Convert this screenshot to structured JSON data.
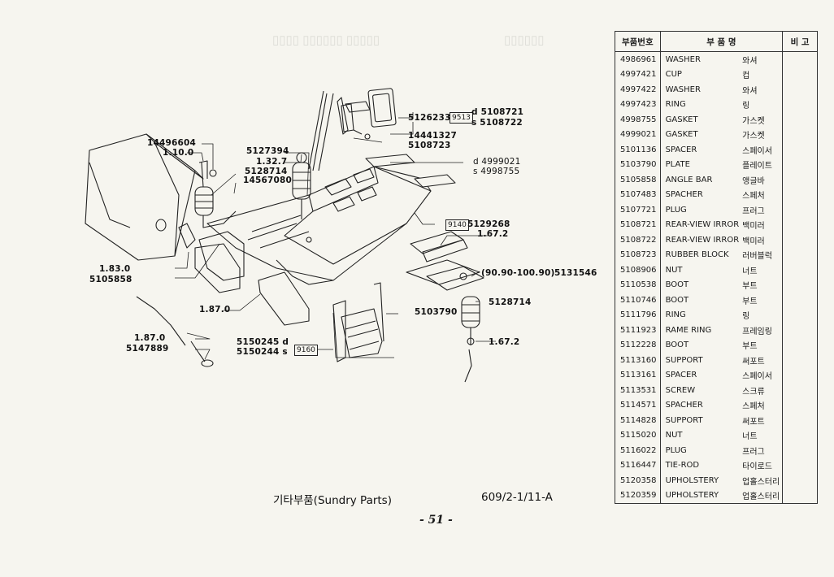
{
  "page": {
    "caption_korean": "기타부품(Sundry Parts)",
    "catalog_code": "609/2-1/11-A",
    "page_number": "- 51 -"
  },
  "diagram": {
    "labels": {
      "l14496604": "14496604",
      "l1_10_0": "1.10.0",
      "l5127394": "5127394",
      "l1_32_7": "1.32.7",
      "l5128714a": "5128714",
      "l14567080": "14567080",
      "l5126233": "5126233",
      "box9513": "9513",
      "d5108721": "d 5108721",
      "s5108722": "s 5108722",
      "l14441327": "14441327",
      "l5108723": "5108723",
      "d4999021": "d 4999021",
      "s4998755": "s 4998755",
      "box9140": "9140",
      "l5129268": "5129268",
      "l1_67_2a": "1.67.2",
      "range": "(90.90-100.90)",
      "l5131546": "5131546",
      "l5128714b": "5128714",
      "l5103790": "5103790",
      "l1_67_2b": "1.67.2",
      "l1_83_0": "1.83.0",
      "l5105858": "5105858",
      "l1_87_0a": "1.87.0",
      "l1_87_0b": "1.87.0",
      "l5147889": "5147889",
      "l5150245": "5150245  d",
      "l5150244": "5150244  s",
      "box9160": "9160"
    }
  },
  "table": {
    "headers": {
      "part_no": "부품번호",
      "part_name": "부    품    명",
      "remarks": "비  고"
    },
    "rows": [
      {
        "no": "4986961",
        "en": "WASHER",
        "ko": "와셔"
      },
      {
        "no": "4997421",
        "en": "CUP",
        "ko": "컵"
      },
      {
        "no": "4997422",
        "en": "WASHER",
        "ko": "와셔"
      },
      {
        "no": "4997423",
        "en": "RING",
        "ko": "링"
      },
      {
        "no": "4998755",
        "en": "GASKET",
        "ko": "가스켓"
      },
      {
        "no": "4999021",
        "en": "GASKET",
        "ko": "가스켓"
      },
      {
        "no": "5101136",
        "en": "SPACER",
        "ko": "스페이서"
      },
      {
        "no": "5103790",
        "en": "PLATE",
        "ko": "플레이트"
      },
      {
        "no": "5105858",
        "en": "ANGLE BAR",
        "ko": "앵글바"
      },
      {
        "no": "5107483",
        "en": "SPACHER",
        "ko": "스페처"
      },
      {
        "no": "5107721",
        "en": "PLUG",
        "ko": "프러그"
      },
      {
        "no": "5108721",
        "en": "REAR-VIEW IRROR",
        "ko": "백미러"
      },
      {
        "no": "5108722",
        "en": "REAR-VIEW IRROR",
        "ko": "백미러"
      },
      {
        "no": "5108723",
        "en": "RUBBER BLOCK",
        "ko": "러버블럭"
      },
      {
        "no": "5108906",
        "en": "NUT",
        "ko": "너트"
      },
      {
        "no": "5110538",
        "en": "BOOT",
        "ko": "부트"
      },
      {
        "no": "5110746",
        "en": "BOOT",
        "ko": "부트"
      },
      {
        "no": "5111796",
        "en": "RING",
        "ko": "링"
      },
      {
        "no": "5111923",
        "en": "RAME RING",
        "ko": "프레임링"
      },
      {
        "no": "5112228",
        "en": "BOOT",
        "ko": "부트"
      },
      {
        "no": "5113160",
        "en": "SUPPORT",
        "ko": "써포트"
      },
      {
        "no": "5113161",
        "en": "SPACER",
        "ko": "스페이서"
      },
      {
        "no": "5113531",
        "en": "SCREW",
        "ko": "스크류"
      },
      {
        "no": "5114571",
        "en": "SPACHER",
        "ko": "스페처"
      },
      {
        "no": "5114828",
        "en": "SUPPORT",
        "ko": "써포트"
      },
      {
        "no": "5115020",
        "en": "NUT",
        "ko": "너트"
      },
      {
        "no": "5116022",
        "en": "PLUG",
        "ko": "프러그"
      },
      {
        "no": "5116447",
        "en": "TIE-ROD",
        "ko": "타이로드"
      },
      {
        "no": "5120358",
        "en": "UPHOLSTERY",
        "ko": "업홀스터리"
      },
      {
        "no": "5120359",
        "en": "UPHOLSTERY",
        "ko": "업홀스터리"
      }
    ]
  }
}
